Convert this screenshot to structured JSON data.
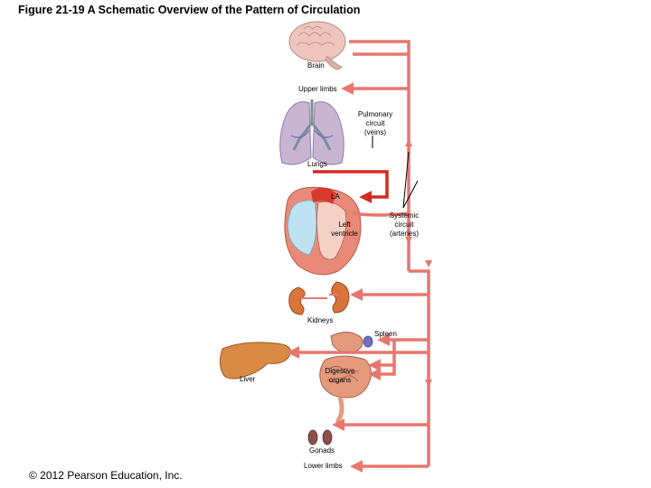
{
  "figure": {
    "title": "Figure 21-19 A Schematic Overview of the Pattern of Circulation",
    "copyright": "© 2012 Pearson Education, Inc."
  },
  "labels": {
    "brain": "Brain",
    "upper_limbs": "Upper limbs",
    "pulmonary": [
      "Pulmonary",
      "circuit",
      "(veins)"
    ],
    "lungs": "Lungs",
    "la": "LA",
    "left_ventricle": [
      "Left",
      "ventricle"
    ],
    "systemic": [
      "Systemic",
      "circuit",
      "(arteries)"
    ],
    "kidneys": "Kidneys",
    "spleen": "Spleen",
    "digestive": [
      "Digestive",
      "organs"
    ],
    "liver": "Liver",
    "gonads": "Gonads",
    "lower_limbs": "Lower limbs"
  },
  "colors": {
    "systemic_artery": "#e8766e",
    "pulmonary_vein": "#d42a22",
    "brain": "#eec5bc",
    "lung": "#c8b5d2",
    "heart_wall": "#e88a77",
    "heart_chamber": "#bfe2f3",
    "kidney": "#d9743a",
    "liver": "#d98a45",
    "digestive": "#e39a7d",
    "spleen": "#6f6fbf",
    "gonad": "#8c4f4a"
  }
}
